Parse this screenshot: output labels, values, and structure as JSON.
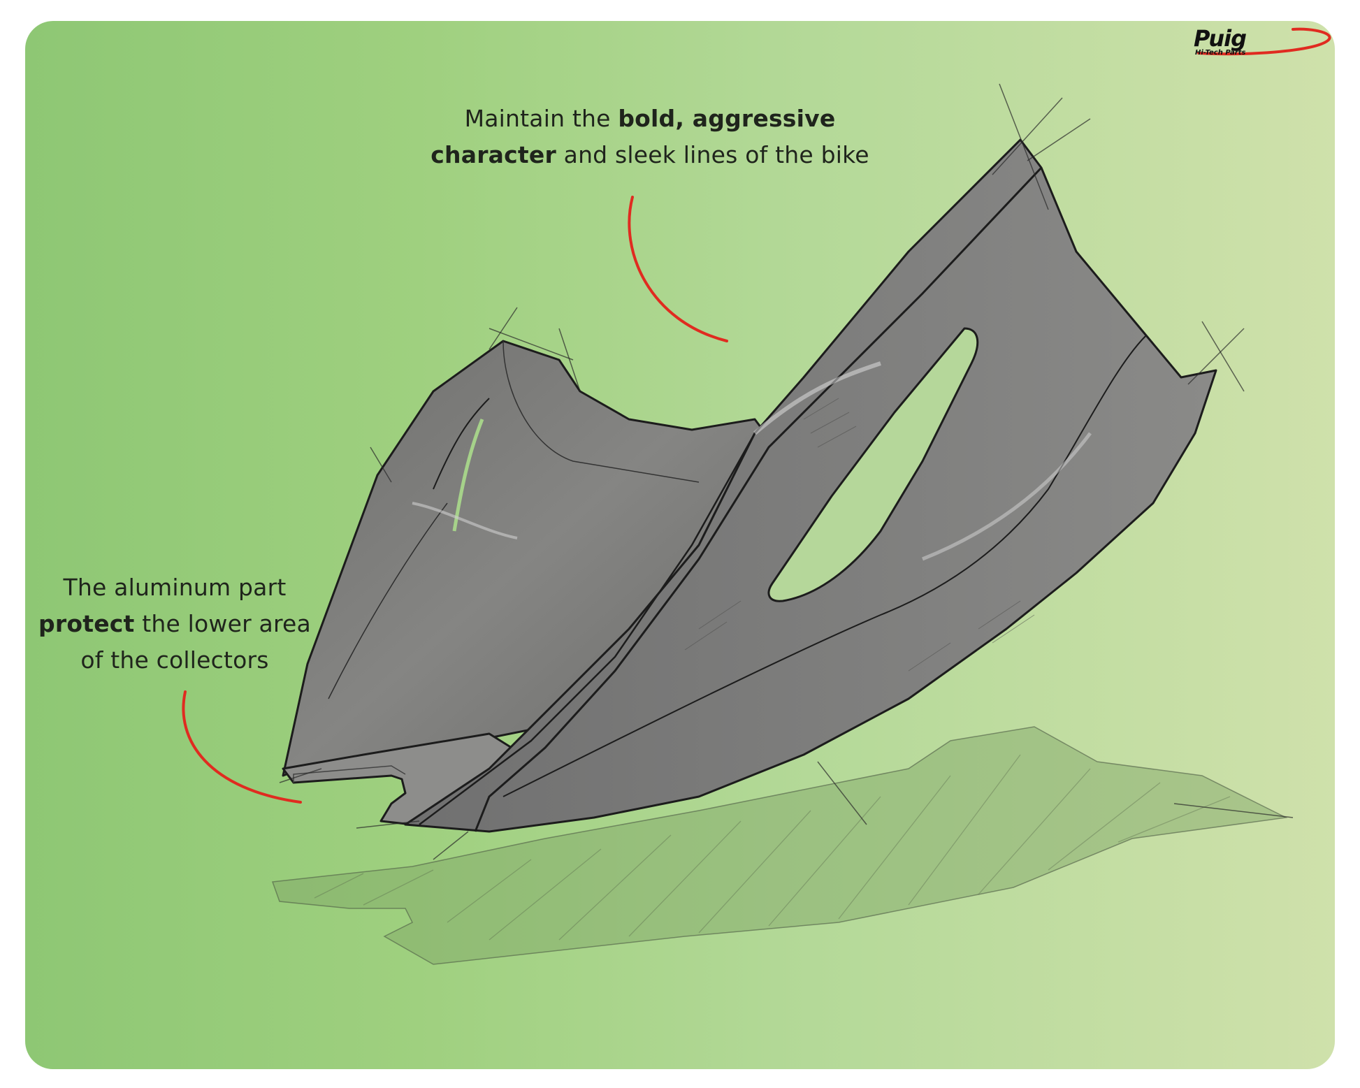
{
  "brand": {
    "name": "Puig",
    "tagline": "Hi-Tech Parts",
    "accent_color": "#e02b20"
  },
  "annotations": {
    "top": {
      "line1_pre": "Maintain the ",
      "line1_bold": "bold, aggressive",
      "line2_bold": "character",
      "line2_post": " and sleek lines of the bike"
    },
    "left": {
      "line1": "The aluminum part",
      "line2_bold": "protect",
      "line2_post": " the lower area",
      "line3": "of the collectors"
    }
  },
  "colors": {
    "background_start": "#8ec774",
    "background_end": "#cfe1ab",
    "part_fill": "#7d7d7b",
    "outline": "#1c1c1c",
    "pointer_stroke": "#e02b20"
  }
}
